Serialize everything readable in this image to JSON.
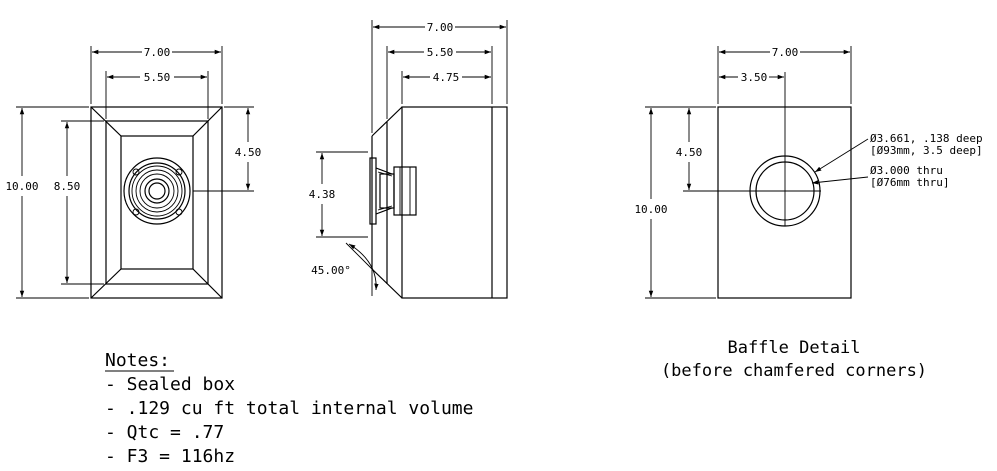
{
  "front_view": {
    "dims": {
      "width_outer": "7.00",
      "width_inner": "5.50",
      "height_outer": "10.00",
      "height_inner": "8.50",
      "driver_center": "4.50"
    }
  },
  "side_view": {
    "dims": {
      "depth_outer": "7.00",
      "depth_mid": "5.50",
      "depth_inner": "4.75",
      "driver_depth": "4.38",
      "chamfer_angle": "45.00°"
    }
  },
  "baffle_view": {
    "dims": {
      "width": "7.00",
      "center_x": "3.50",
      "center_y": "4.50",
      "height": "10.00"
    },
    "callouts": {
      "recess_line1": "Ø3.661, .138 deep",
      "recess_line2": "[Ø93mm, 3.5 deep]",
      "thru_line1": "Ø3.000 thru",
      "thru_line2": "[Ø76mm thru]"
    },
    "caption": {
      "line1": "Baffle Detail",
      "line2": "(before chamfered corners)"
    }
  },
  "notes": {
    "title": "Notes:",
    "items": [
      "- Sealed box",
      "- .129 cu ft total internal volume",
      "- Qtc = .77",
      "- F3 = 116hz"
    ]
  }
}
